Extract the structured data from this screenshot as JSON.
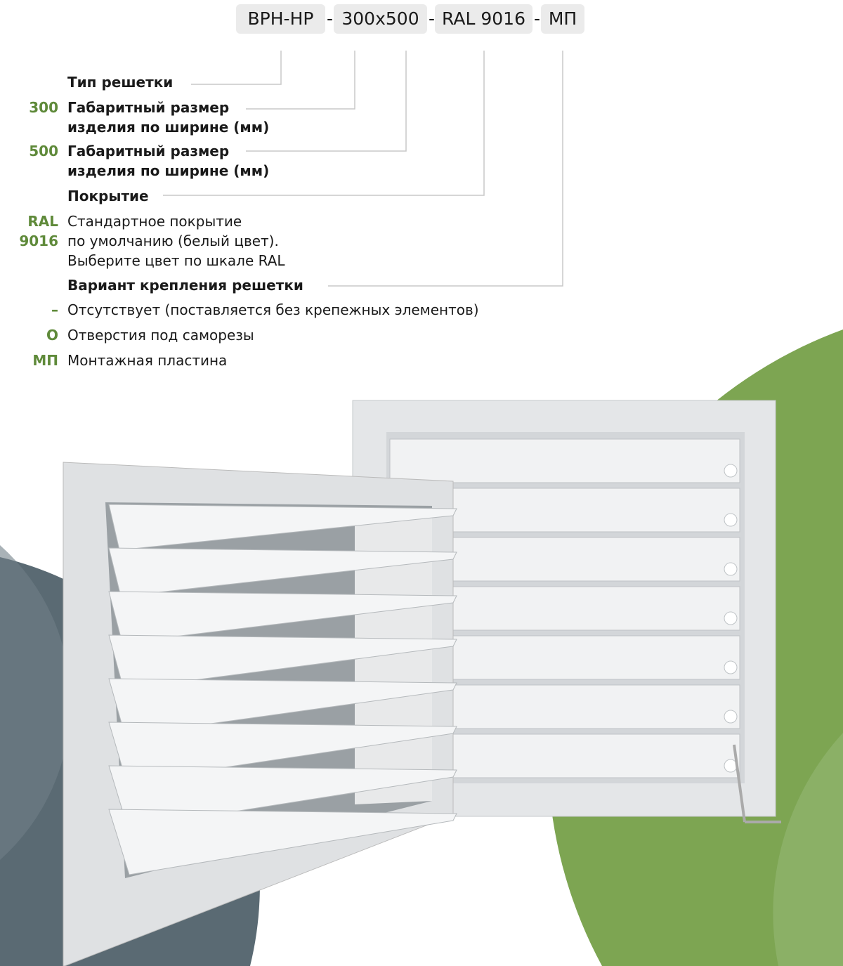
{
  "code_parts": [
    "ВРН-НР",
    "300х500",
    "RAL 9016",
    "МП"
  ],
  "separator": "-",
  "legend": {
    "type": {
      "label": "Тип решетки"
    },
    "width": {
      "code": "300",
      "label_1": "Габаритный размер",
      "label_2": "изделия по ширине (мм)"
    },
    "height": {
      "code": "500",
      "label_1": "Габаритный размер",
      "label_2": "изделия по ширине (мм)"
    },
    "coating": {
      "label": "Покрытие"
    },
    "ral": {
      "code_1": "RAL",
      "code_2": "9016",
      "line_1": "Стандартное покрытие",
      "line_2": "по умолчанию (белый цвет).",
      "line_3": "Выберите цвет по шкале RAL"
    },
    "mount": {
      "label": "Вариант крепления решетки"
    },
    "mount_options": [
      {
        "code": "–",
        "text": "Отсутствует (поставляется без крепежных элементов)"
      },
      {
        "code": "О",
        "text": "Отверстия под саморезы"
      },
      {
        "code": "МП",
        "text": "Монтажная пластина"
      }
    ]
  },
  "colors": {
    "accent": "#5f8a3a",
    "green_bg": "#7da552",
    "slate_bg": "#5a6a73",
    "chip": "#ebebeb"
  }
}
